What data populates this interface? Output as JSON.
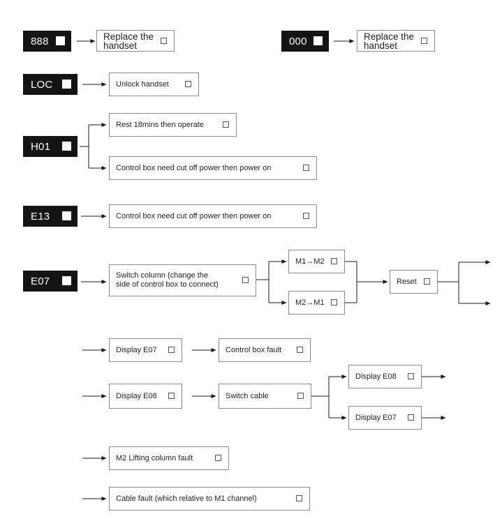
{
  "codes": {
    "c888": "888",
    "c000": "000",
    "loc": "LOC",
    "h01": "H01",
    "e13": "E13",
    "e07": "E07"
  },
  "boxes": {
    "replace_1": "Replace the\nhandset",
    "replace_2": "Replace the\nhandset",
    "unlock": "Unlock handset",
    "rest": "Rest 18mins then operate",
    "h01_power": "Control box need cut off power then power on",
    "e13_power": "Control box need cut off power then power on",
    "switch_column": "Switch column (change the\nside of control box to connect)",
    "m1m2": "M1→M2",
    "m2m1": "M2→M1",
    "reset": "Reset",
    "display_e07_a": "Display E07",
    "control_box_fault": "Control box fault",
    "display_e08_a": "Display E08",
    "switch_cable": "Switch cable",
    "display_e08_b": "Display E08",
    "display_e07_b": "Display E07",
    "m2_fault": "M2 Lifting column fault",
    "cable_fault": "Cable fault (which relative to M1 channel)"
  }
}
